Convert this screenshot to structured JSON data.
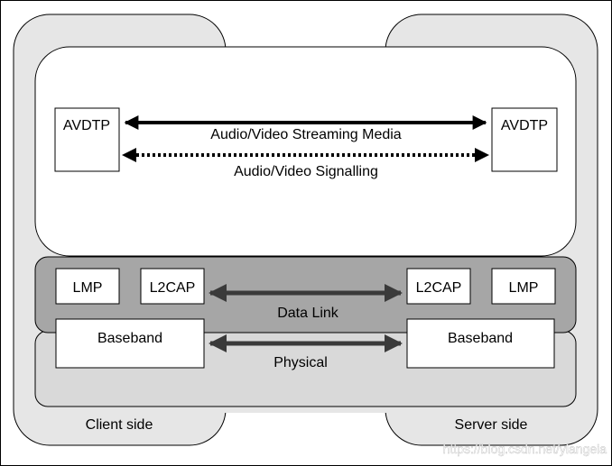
{
  "diagram": {
    "nodes": {
      "avdtp_left": "AVDTP",
      "avdtp_right": "AVDTP",
      "lmp_left": "LMP",
      "l2cap_left": "L2CAP",
      "l2cap_right": "L2CAP",
      "lmp_right": "LMP",
      "baseband_left": "Baseband",
      "baseband_right": "Baseband"
    },
    "edges": {
      "streaming": "Audio/Video Streaming Media",
      "signalling": "Audio/Video Signalling",
      "data_link": "Data Link",
      "physical": "Physical"
    },
    "sides": {
      "client": "Client side",
      "server": "Server side"
    },
    "watermark": "https://blog.csdn.net/ylangeia"
  },
  "colors": {
    "outer_fill": "#e6e6e6",
    "datalink_band": "#a6a6a6",
    "physical_band": "#d9d9d9",
    "box_fill": "#ffffff",
    "arrow_dark": "#000000",
    "arrow_gray": "#3a3a3a"
  }
}
